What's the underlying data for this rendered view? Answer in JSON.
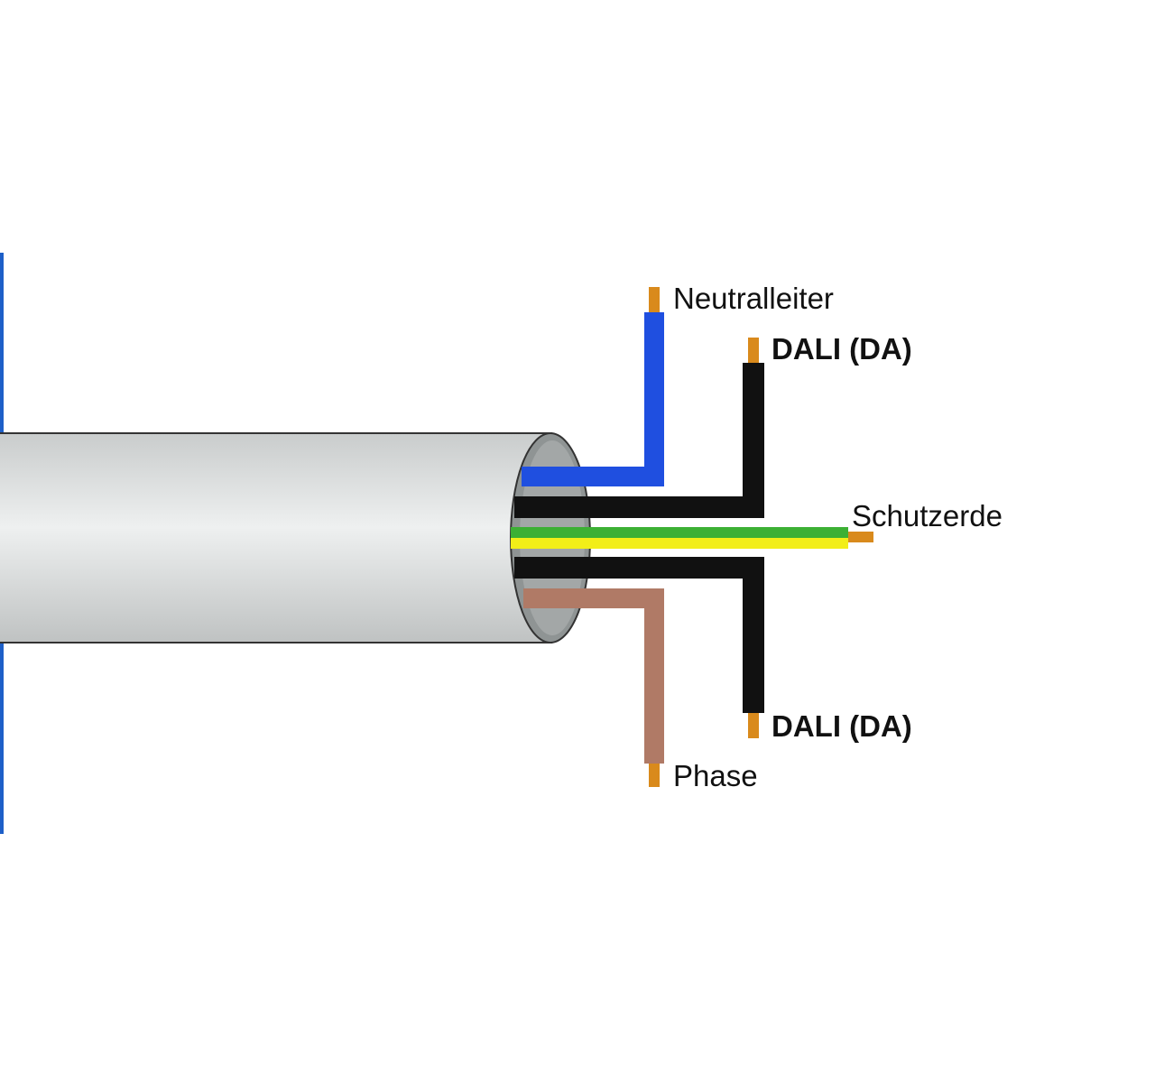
{
  "labels": {
    "neutral": "Neutralleiter",
    "dali_top": "DALI (DA)",
    "earth": "Schutzerde",
    "dali_bottom": "DALI (DA)",
    "phase": "Phase"
  },
  "colors": {
    "neutral_wire": "#1f4fe0",
    "dali_wire": "#111111",
    "earth_green": "#3cb034",
    "earth_yellow": "#f2ee18",
    "phase_wire": "#b07a66",
    "copper_tip": "#d98a1c",
    "sheath": "#d8dbdb",
    "sheath_outline": "#333333",
    "edge_bar": "#1d5fc8"
  }
}
